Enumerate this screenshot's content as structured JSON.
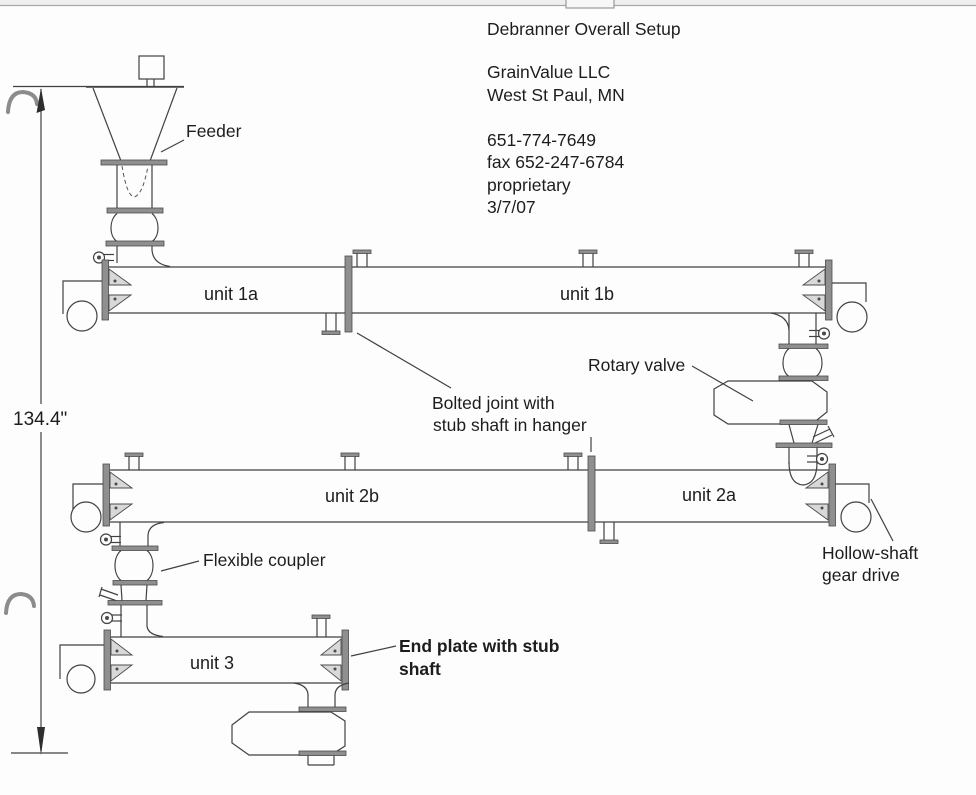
{
  "document": {
    "title": "Debranner Overall Setup",
    "company": "GrainValue LLC",
    "location": "West St Paul, MN",
    "phone": "651-774-7649",
    "fax": "fax 652-247-6784",
    "note": "proprietary",
    "date": "3/7/07"
  },
  "dimension": {
    "height_label": "134.4\""
  },
  "units": {
    "unit_1a": "unit 1a",
    "unit_1b": "unit 1b",
    "unit_2b": "unit 2b",
    "unit_2a": "unit 2a",
    "unit_3": "unit 3"
  },
  "annotations": {
    "feeder": "Feeder",
    "rotary_valve": "Rotary valve",
    "bolted_joint_line1": "Bolted joint with",
    "bolted_joint_line2": "stub shaft in hanger",
    "flexible_coupler": "Flexible coupler",
    "hollow_shaft_line1": "Hollow-shaft",
    "hollow_shaft_line2": "gear drive",
    "end_plate_line1": "End plate with stub",
    "end_plate_line2": "shaft"
  },
  "colors": {
    "line": "#414141",
    "flange_fill": "#8f8f8f",
    "paper": "#fdfdfd",
    "scan_edge": "#a8a8a8"
  }
}
